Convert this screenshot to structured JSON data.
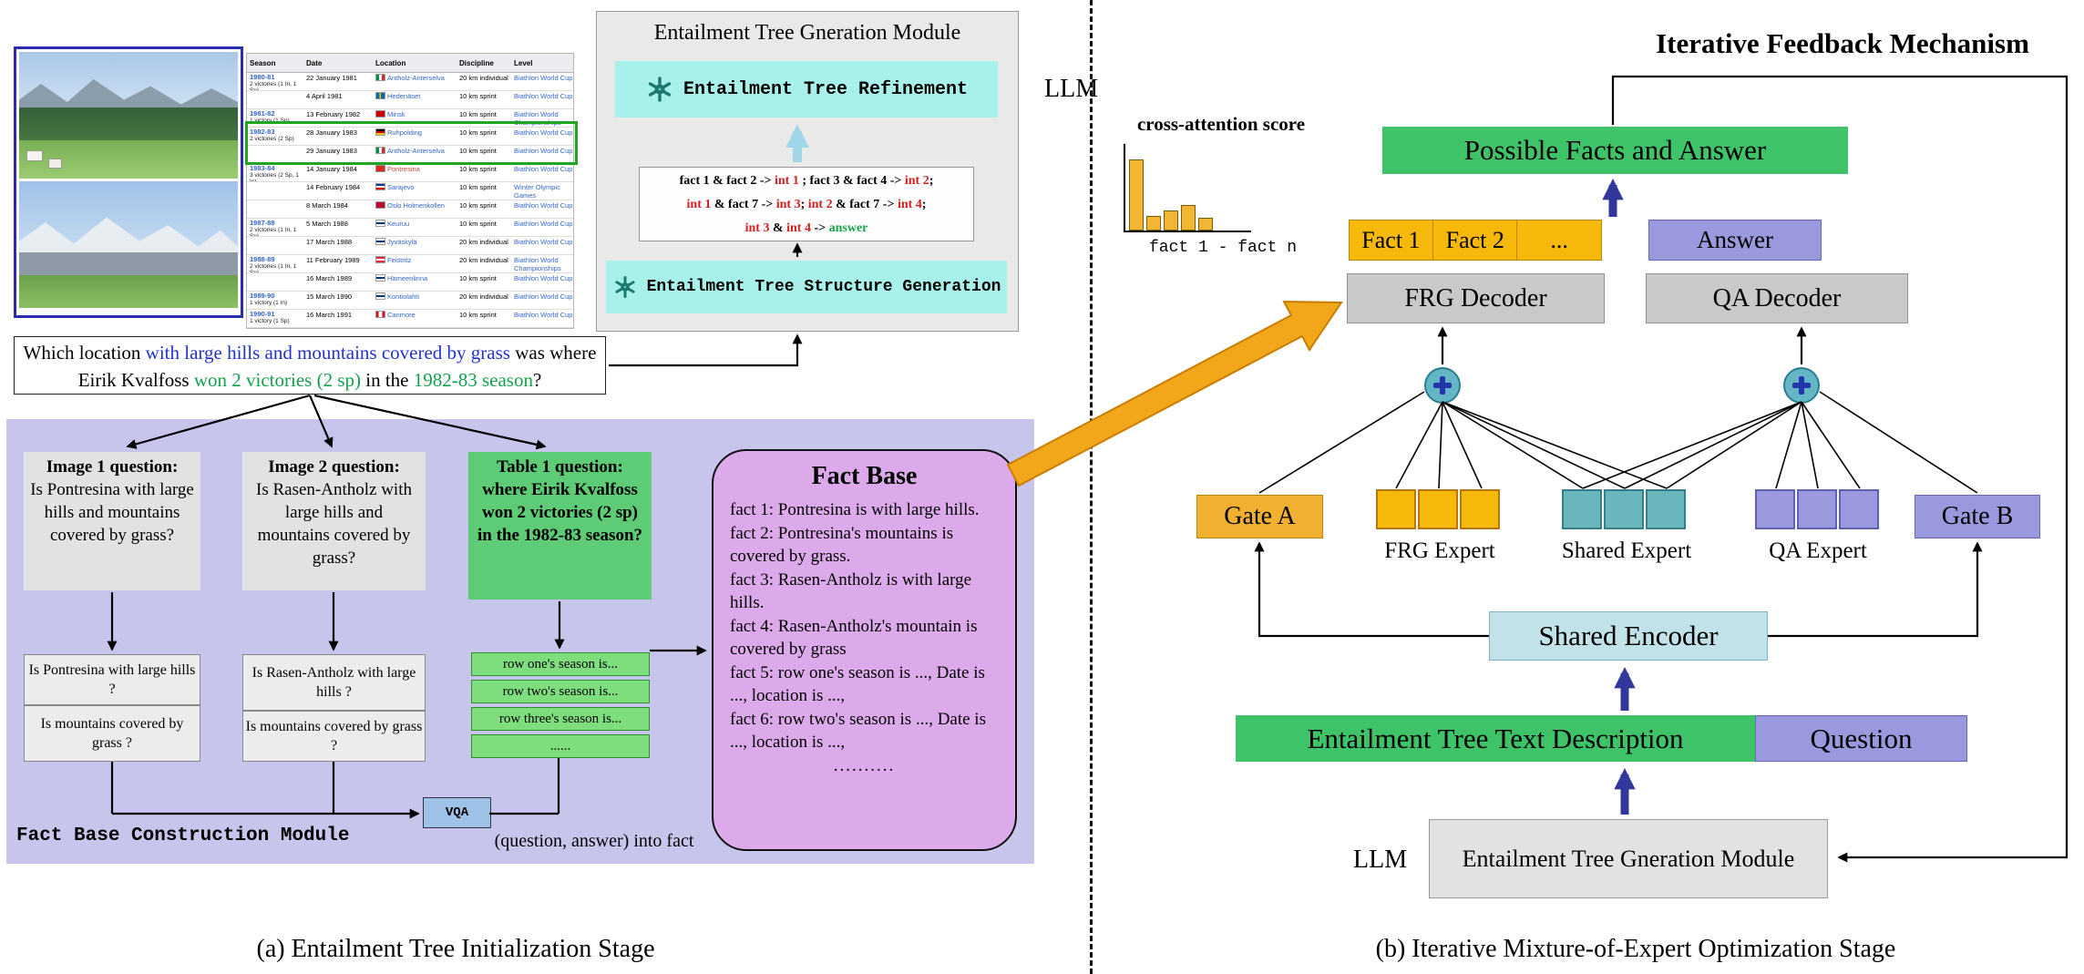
{
  "figure": {
    "left": {
      "caption": "(a) Entailment Tree Initialization Stage",
      "table": {
        "headers": [
          "Season",
          "Date",
          "Location",
          "Discipline",
          "Level"
        ],
        "rows": [
          {
            "season": "1980-81",
            "vic": "2 victories (1 In, 1 Sp)",
            "date": "22 January 1981",
            "flag": "it",
            "loc": "Antholz-Anterselva",
            "disc": "20 km individual",
            "level": "Biathlon World Cup"
          },
          {
            "date": "4 April 1981",
            "flag": "se",
            "loc": "Hedenäset",
            "disc": "10 km sprint",
            "level": "Biathlon World Cup"
          },
          {
            "season": "1981-82",
            "vic": "1 victory (1 Sp)",
            "date": "13 February 1982",
            "flag": "su",
            "loc": "Minsk",
            "disc": "10 km sprint",
            "level": "Biathlon World Championships"
          },
          {
            "season": "1982-83",
            "vic": "2 victories (2 Sp)",
            "date": "28 January 1983",
            "flag": "de",
            "loc": "Ruhpolding",
            "disc": "10 km sprint",
            "level": "Biathlon World Cup",
            "row_class": "hl-top"
          },
          {
            "date": "29 January 1983",
            "flag": "it",
            "loc": "Antholz-Anterselva",
            "disc": "10 km sprint",
            "level": "Biathlon World Cup",
            "row_class": "hl-bot"
          },
          {
            "season": "1983-84",
            "vic": "3 victories (2 Sp, 1 In)",
            "date": "14 January 1984",
            "flag": "ch",
            "loc": "Pontresina",
            "disc": "10 km sprint",
            "level": "Biathlon World Cup",
            "loc_class": "redlink"
          },
          {
            "date": "14 February 1984",
            "flag": "yu",
            "loc": "Sarajevo",
            "disc": "10 km sprint",
            "level": "Winter Olympic Games"
          },
          {
            "date": "8 March 1984",
            "flag": "no",
            "loc": "Oslo Holmenkollen",
            "disc": "10 km sprint",
            "level": "Biathlon World Cup"
          },
          {
            "season": "1987-88",
            "vic": "2 victories (1 In, 1 Sp)",
            "date": "5 March 1988",
            "flag": "fi",
            "loc": "Keuruu",
            "disc": "10 km sprint",
            "level": "Biathlon World Cup"
          },
          {
            "date": "17 March 1988",
            "flag": "fi",
            "loc": "Jyväskylä",
            "disc": "20 km individual",
            "level": "Biathlon World Cup"
          },
          {
            "season": "1988-89",
            "vic": "2 victories (1 In, 1 Sp)",
            "date": "11 February 1989",
            "flag": "at",
            "loc": "Feistritz",
            "disc": "20 km individual",
            "level": "Biathlon World Championships"
          },
          {
            "date": "16 March 1989",
            "flag": "fi",
            "loc": "Hämeenlinna",
            "disc": "10 km sprint",
            "level": "Biathlon World Cup"
          },
          {
            "season": "1989-90",
            "vic": "1 victory (1 In)",
            "date": "15 March 1990",
            "flag": "fi",
            "loc": "Kontiolahti",
            "disc": "20 km individual",
            "level": "Biathlon World Cup"
          },
          {
            "season": "1990-91",
            "vic": "1 victory (1 Sp)",
            "date": "16 March 1991",
            "flag": "ca",
            "loc": "Canmore",
            "disc": "10 km sprint",
            "level": "Biathlon World Cup"
          }
        ]
      },
      "question": {
        "s1": "Which location ",
        "s2": "with large hills and mountains covered by grass",
        "s3": " was where Eirik Kvalfoss ",
        "s4": "won 2 victories (2 sp)",
        "s5": " in the ",
        "s6": "1982-83 season",
        "s7": "?"
      },
      "gen_module": {
        "title": "Entailment Tree Gneration Module",
        "llm": "LLM",
        "refinement": "Entailment Tree Refinement",
        "generation": "Entailment Tree Structure Generation",
        "expr": {
          "a1": "fact 1 & fact 2 -> ",
          "a2": "int 1",
          "a3": " ; fact 3 & fact 4 -> ",
          "a4": "int 2",
          "a5": ";",
          "b1": "int 1",
          "b2": " & fact 7 -> ",
          "b3": "int 3",
          "b4": "; ",
          "b5": "int 2",
          "b6": " & fact 7 -> ",
          "b7": "int 4",
          "b8": ";",
          "c1": "int 3",
          "c2": " & ",
          "c3": "int 4",
          "c4": " -> ",
          "c5": "answer"
        }
      },
      "construction": {
        "label": "Fact Base Construction Module",
        "img1_title": "Image 1 question:",
        "img1_body": "Is Pontresina with large hills and mountains covered by grass?",
        "img2_title": "Image 2 question:",
        "img2_body": "Is Rasen-Antholz with large hills and mountains covered by grass?",
        "table1_title": "Table 1 question:",
        "table1_body": "where Eirik Kvalfoss won 2 victories (2 sp) in the 1982-83 season?",
        "sub1a": "Is Pontresina with large hills ?",
        "sub1b": "Is mountains covered by grass ?",
        "sub2a": "Is Rasen-Antholz with large hills ?",
        "sub2b": "Is mountains covered by grass ?",
        "row_items": [
          "row one's season is...",
          "row two's season is...",
          "row three's season is...",
          "......"
        ],
        "vqa": "VQA",
        "note": "(question, answer) into fact"
      },
      "fact_base": {
        "title": "Fact Base",
        "facts": [
          "fact 1: Pontresina is with large hills.",
          "fact 2: Pontresina's mountains is covered by grass.",
          "fact 3: Rasen-Antholz is with large hills.",
          "fact 4: Rasen-Antholz's mountain is covered by grass",
          "fact 5: row one's season is ..., Date is ..., location is ...,",
          "fact 6: row two's season is ..., Date is ..., location is ...,",
          ".........."
        ]
      }
    },
    "right": {
      "caption": "(b) Iterative Mixture-of-Expert Optimization Stage",
      "feedback_title": "Iterative Feedback Mechanism",
      "cross_attention": {
        "label": "cross-attention score",
        "axis": "fact 1 - fact n",
        "bars": [
          78,
          16,
          22,
          28,
          14
        ]
      },
      "possible": "Possible Facts and Answer",
      "facts_row": [
        "Fact 1",
        "Fact 2",
        "..."
      ],
      "answer": "Answer",
      "frg_decoder": "FRG Decoder",
      "qa_decoder": "QA Decoder",
      "gate_a": "Gate A",
      "gate_b": "Gate B",
      "frg_expert": "FRG Expert",
      "shared_expert": "Shared Expert",
      "qa_expert": "QA Expert",
      "shared_encoder": "Shared Encoder",
      "text_desc": "Entailment Tree Text Description",
      "question": "Question",
      "llm": "LLM",
      "gen_module": "Entailment Tree Gneration Module"
    }
  },
  "colors": {
    "green": "#3fc368",
    "yellow": "#f5b80b",
    "purple": "#9a99dd",
    "teal": "#69b7bd",
    "navy": "#32379b",
    "cyan_box": "#a8f0ea",
    "plum": "#dcaaea",
    "lavender": "#c8c5ec",
    "orange_arrow": "#f2a71b"
  }
}
